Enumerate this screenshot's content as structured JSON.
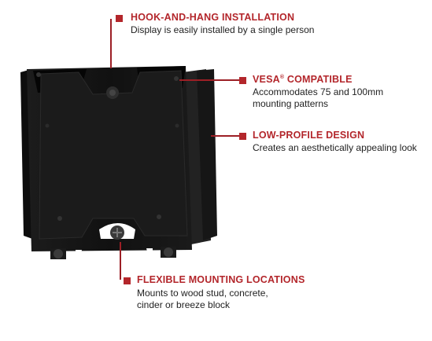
{
  "accent_color": "#b3262b",
  "icons": [
    "wall-mount-bracket-icon"
  ],
  "callouts": {
    "hook": {
      "title": "HOOK-AND-HANG INSTALLATION",
      "description": "Display is easily installed by a single person"
    },
    "vesa": {
      "title": "VESA",
      "title_mark": "®",
      "title_suffix": " COMPATIBLE",
      "description_line1": "Accommodates 75 and 100mm",
      "description_line2": "mounting patterns"
    },
    "profile": {
      "title": "LOW-PROFILE DESIGN",
      "description": "Creates an aesthetically appealing look"
    },
    "flexible": {
      "title": "FLEXIBLE MOUNTING LOCATIONS",
      "description_line1": "Mounts to wood stud, concrete,",
      "description_line2": "cinder or breeze block"
    }
  }
}
